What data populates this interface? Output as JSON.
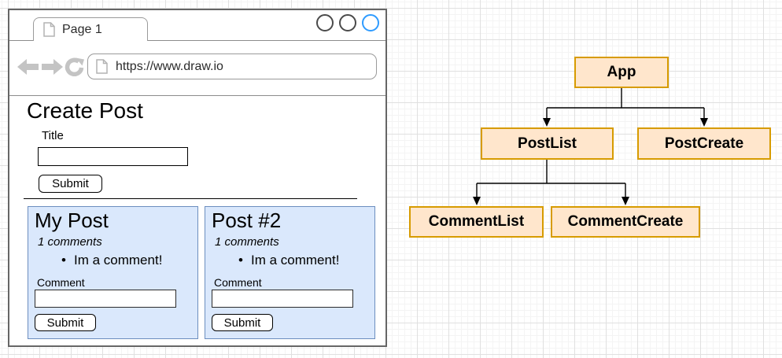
{
  "browser": {
    "tab_label": "Page 1",
    "url": "https://www.draw.io",
    "page": {
      "heading": "Create Post",
      "title_label": "Title",
      "title_value": "",
      "submit_label": "Submit",
      "posts": [
        {
          "title": "My Post",
          "comment_count": "1 comments",
          "comments": [
            "Im a comment!"
          ],
          "comment_label": "Comment",
          "comment_value": "",
          "submit_label": "Submit"
        },
        {
          "title": "Post #2",
          "comment_count": "1 comments",
          "comments": [
            "Im a comment!"
          ],
          "comment_label": "Comment",
          "comment_value": "",
          "submit_label": "Submit"
        }
      ]
    }
  },
  "diagram": {
    "nodes": [
      {
        "id": "app",
        "label": "App"
      },
      {
        "id": "postlist",
        "label": "PostList"
      },
      {
        "id": "postcreate",
        "label": "PostCreate"
      },
      {
        "id": "commentlist",
        "label": "CommentList"
      },
      {
        "id": "commentcreate",
        "label": "CommentCreate"
      }
    ],
    "edges": [
      {
        "from": "App",
        "to": "PostList"
      },
      {
        "from": "App",
        "to": "PostCreate"
      },
      {
        "from": "PostList",
        "to": "CommentList"
      },
      {
        "from": "PostList",
        "to": "CommentCreate"
      }
    ]
  },
  "colors": {
    "node_fill": "#ffe6cc",
    "node_border": "#d79b00",
    "card_fill": "#dae8fc",
    "card_border": "#6c8ebf",
    "accent_blue": "#2e9bff",
    "grid_major": "#e0e0e0",
    "grid_minor": "#f4f4f4"
  }
}
